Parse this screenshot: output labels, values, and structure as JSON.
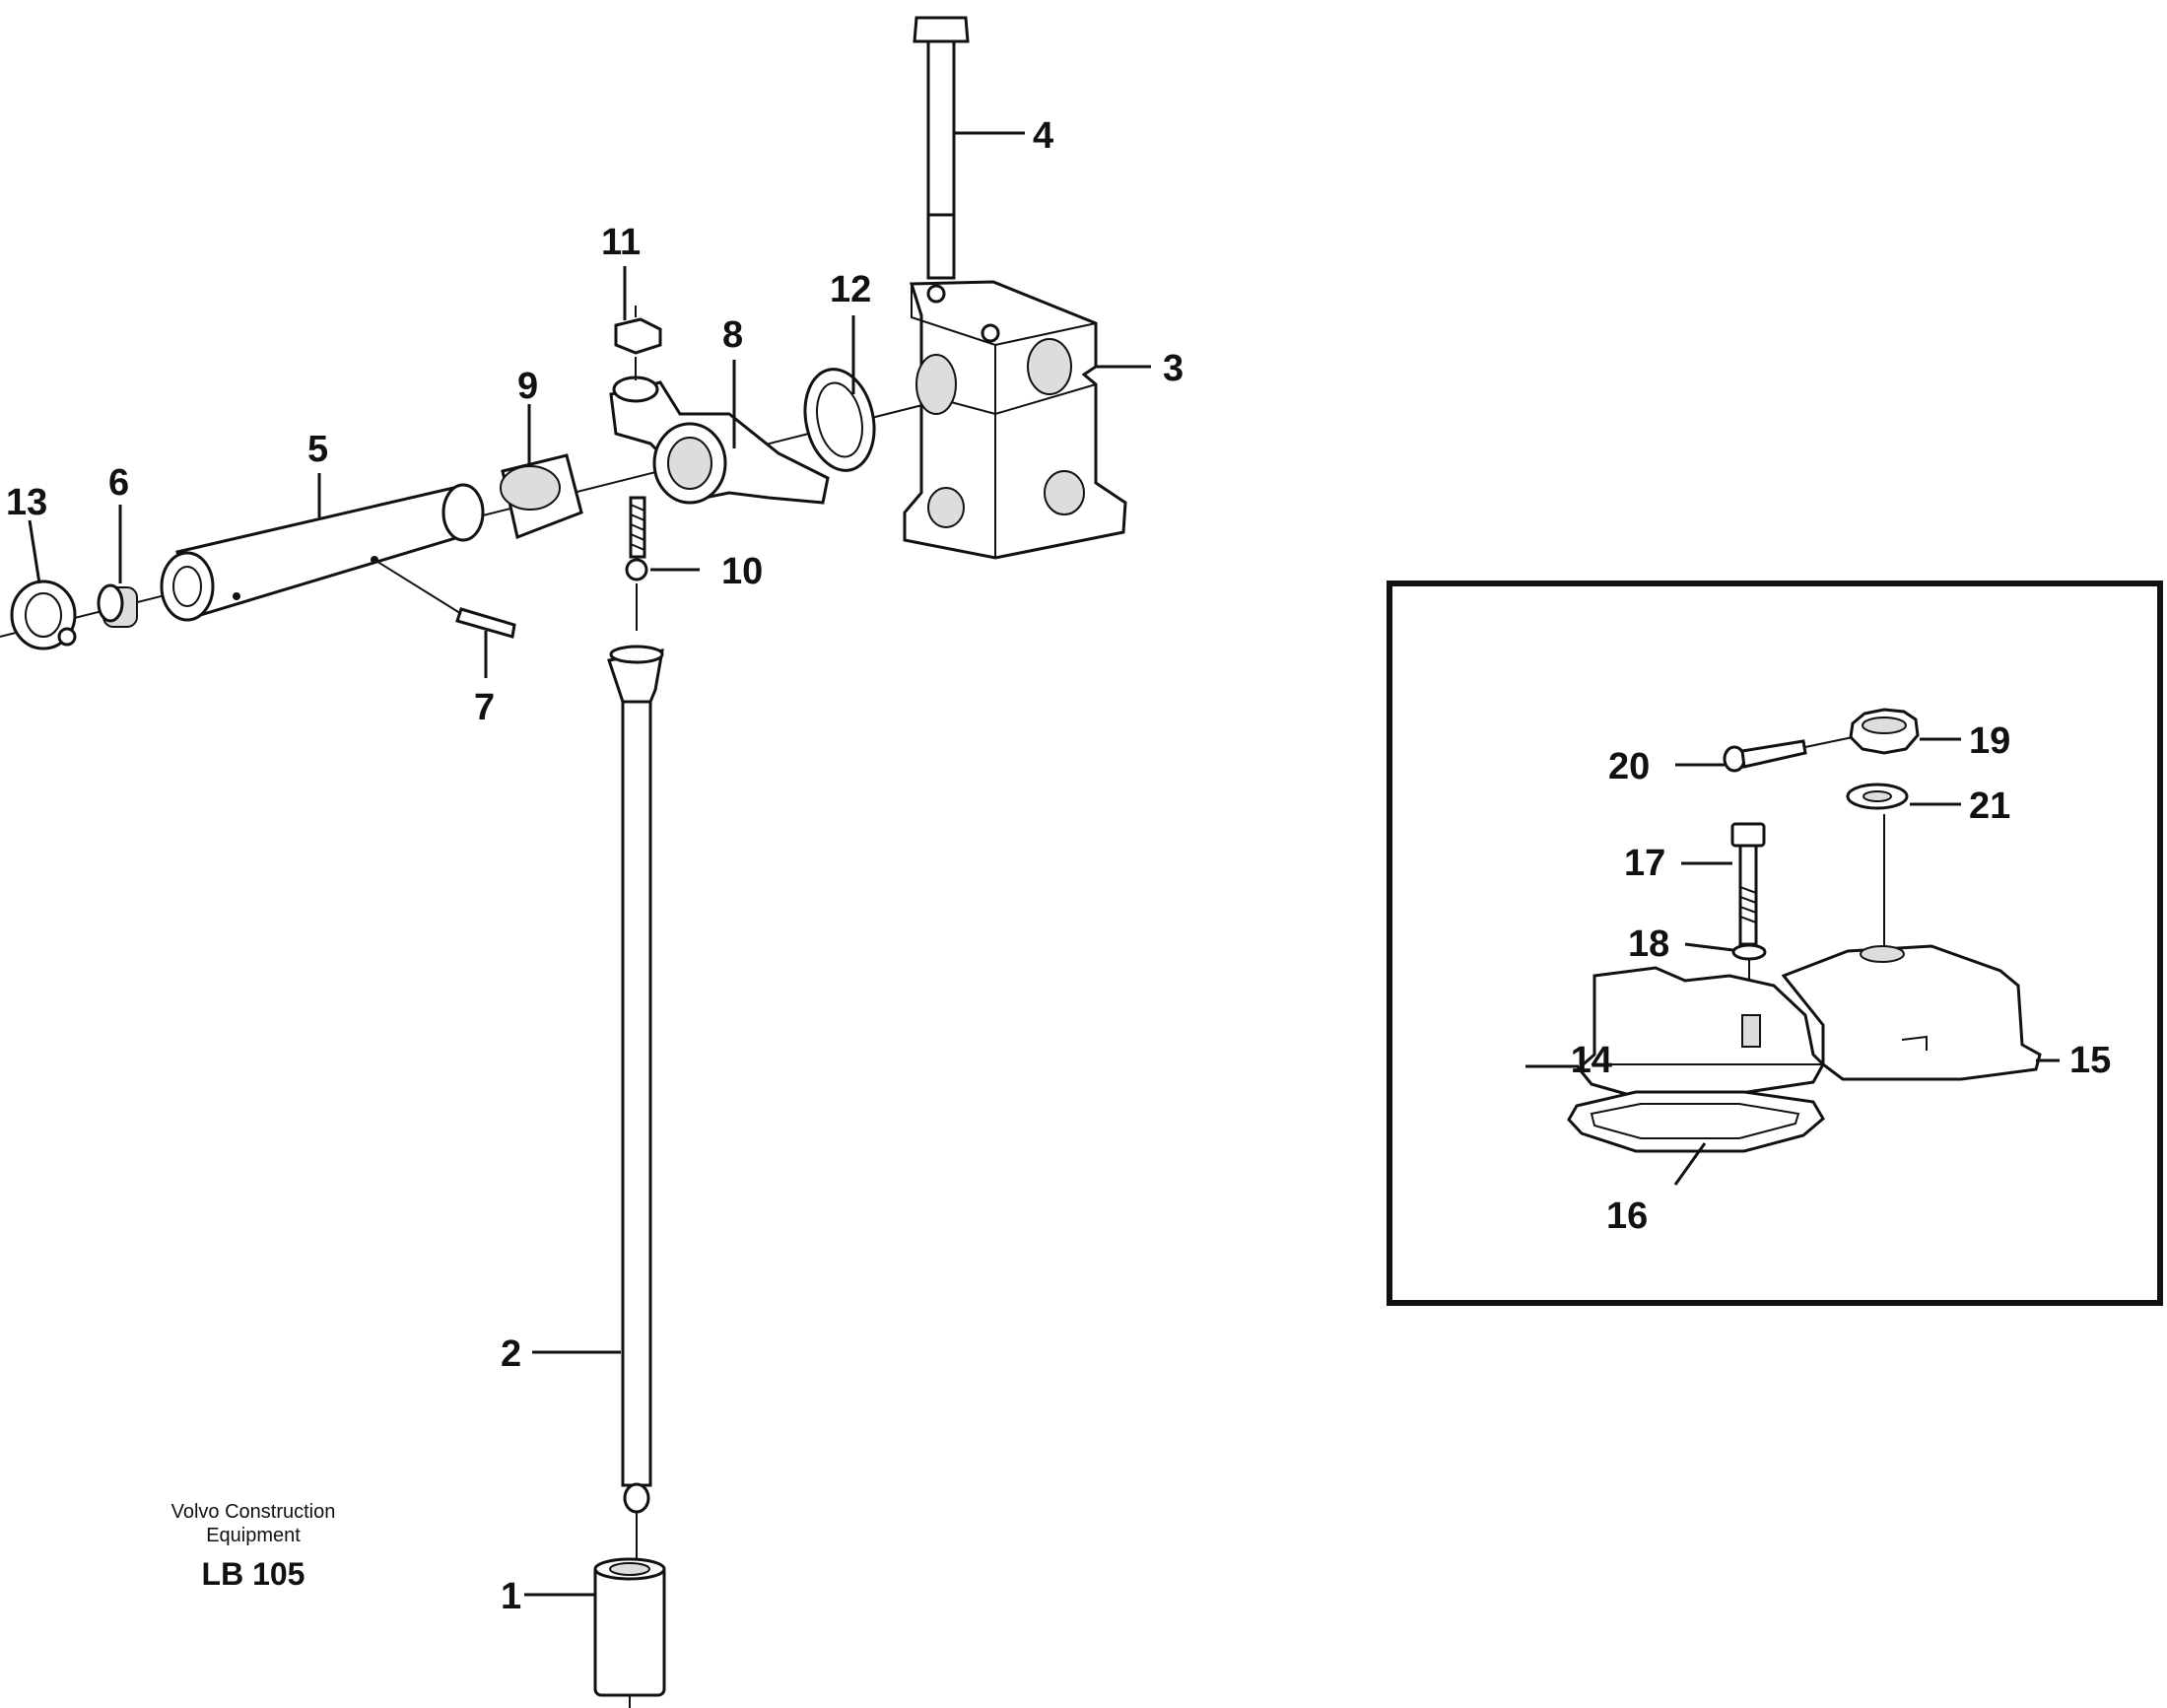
{
  "credit": {
    "line1": "Volvo Construction",
    "line2": "Equipment",
    "code": "LB 105"
  },
  "part_labels": [
    "1",
    "2",
    "3",
    "4",
    "5",
    "6",
    "7",
    "8",
    "9",
    "10",
    "11",
    "12",
    "13",
    "14",
    "15",
    "16",
    "17",
    "18",
    "19",
    "20",
    "21"
  ]
}
